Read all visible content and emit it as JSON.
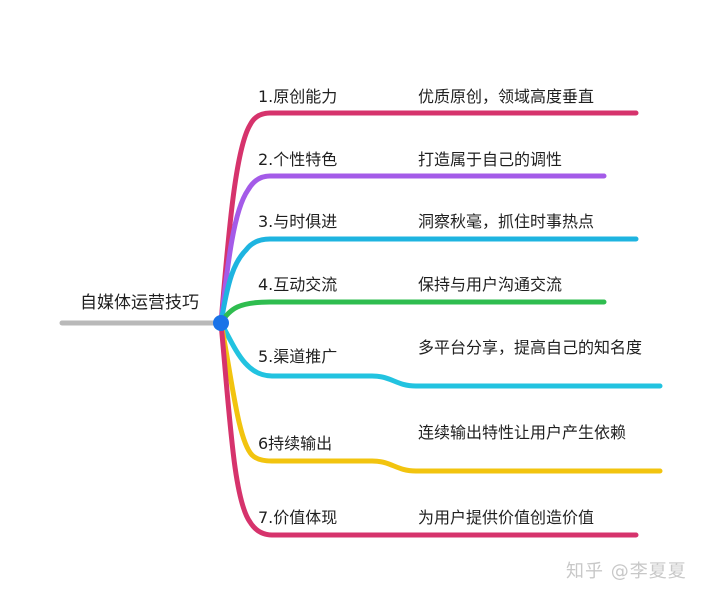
{
  "root": {
    "label": "自媒体运营技巧"
  },
  "branches": [
    {
      "label": "1.原创能力",
      "detail": "优质原创，领域高度垂直",
      "color": "#d6336c"
    },
    {
      "label": "2.个性特色",
      "detail": "打造属于自己的调性",
      "color": "#a45be8"
    },
    {
      "label": "3.与时俱进",
      "detail": "洞察秋毫，抓住时事热点",
      "color": "#1eb4e0"
    },
    {
      "label": "4.互动交流",
      "detail": "保持与用户沟通交流",
      "color": "#2fbd4f"
    },
    {
      "label": "5.渠道推广",
      "detail": "多平台分享，提高自己的知名度",
      "color": "#22c3e0"
    },
    {
      "label": "6持续输出",
      "detail": "连续输出特性让用户产生依赖",
      "color": "#f2c40f"
    },
    {
      "label": "7.价值体现",
      "detail": "为用户提供价值创造价值",
      "color": "#d6336c"
    }
  ],
  "watermark": "知乎 @李夏夏",
  "colors": {
    "root_line": "#b9b9b9",
    "root_node": "#1a73e8"
  }
}
